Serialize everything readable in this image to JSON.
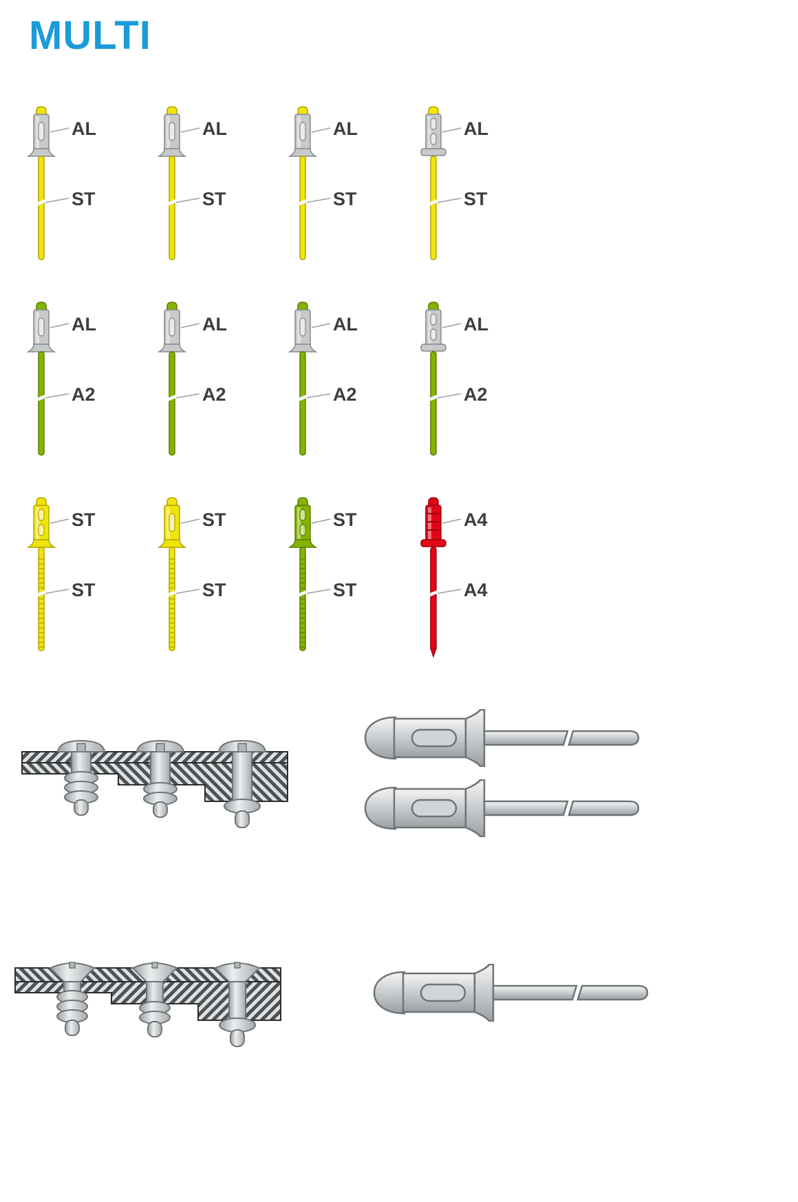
{
  "title": "MULTI",
  "colors": {
    "title": "#1b9bd7",
    "label": "#3b3e41",
    "leader": "#9aa0a3",
    "outline": "#6f7477",
    "metal": "#cdd0d2",
    "hatch_dark": "#4e5254",
    "hatch_light": "#dfe1e2"
  },
  "palette": {
    "grey": {
      "fill": "#c7c9cb",
      "dark": "#85898c",
      "light": "#e9eaeb"
    },
    "yellow": {
      "fill": "#f0e40c",
      "dark": "#b0a400",
      "light": "#f9f3a6"
    },
    "green": {
      "fill": "#84b400",
      "dark": "#5a7d00",
      "light": "#cfe38e"
    },
    "red": {
      "fill": "#e30617",
      "dark": "#9c020e",
      "light": "#f49aa1"
    }
  },
  "rivet_grid": {
    "rows": [
      {
        "rivets": [
          {
            "body_label": "AL",
            "stem_label": "ST",
            "body": "grey",
            "stem": "yellow",
            "body_style": "slot1",
            "flange": "trumpet",
            "stem_style": "smooth",
            "tip": "round"
          },
          {
            "body_label": "AL",
            "stem_label": "ST",
            "body": "grey",
            "stem": "yellow",
            "body_style": "slot1",
            "flange": "trumpet",
            "stem_style": "smooth",
            "tip": "round"
          },
          {
            "body_label": "AL",
            "stem_label": "ST",
            "body": "grey",
            "stem": "yellow",
            "body_style": "slot1",
            "flange": "trumpet",
            "stem_style": "smooth",
            "tip": "round"
          },
          {
            "body_label": "AL",
            "stem_label": "ST",
            "body": "grey",
            "stem": "yellow",
            "body_style": "slot2",
            "flange": "flat",
            "stem_style": "smooth",
            "tip": "round"
          }
        ]
      },
      {
        "rivets": [
          {
            "body_label": "AL",
            "stem_label": "A2",
            "body": "grey",
            "stem": "green",
            "body_style": "slot1",
            "flange": "trumpet",
            "stem_style": "smooth",
            "tip": "round"
          },
          {
            "body_label": "AL",
            "stem_label": "A2",
            "body": "grey",
            "stem": "green",
            "body_style": "slot1",
            "flange": "trumpet",
            "stem_style": "smooth",
            "tip": "round"
          },
          {
            "body_label": "AL",
            "stem_label": "A2",
            "body": "grey",
            "stem": "green",
            "body_style": "slot1",
            "flange": "trumpet",
            "stem_style": "smooth",
            "tip": "round"
          },
          {
            "body_label": "AL",
            "stem_label": "A2",
            "body": "grey",
            "stem": "green",
            "body_style": "slot2",
            "flange": "flat",
            "stem_style": "smooth",
            "tip": "round"
          }
        ]
      },
      {
        "rivets": [
          {
            "body_label": "ST",
            "stem_label": "ST",
            "body": "yellow",
            "stem": "yellow",
            "body_style": "slot2",
            "flange": "trumpet",
            "stem_style": "threaded",
            "tip": "round"
          },
          {
            "body_label": "ST",
            "stem_label": "ST",
            "body": "yellow",
            "stem": "yellow",
            "body_style": "slot1",
            "flange": "trumpet",
            "stem_style": "threaded",
            "tip": "round"
          },
          {
            "body_label": "ST",
            "stem_label": "ST",
            "body": "green",
            "stem": "green",
            "body_style": "slot2",
            "flange": "trumpet",
            "stem_style": "threaded",
            "tip": "round"
          },
          {
            "body_label": "A4",
            "stem_label": "A4",
            "body": "red",
            "stem": "red",
            "body_style": "rings",
            "flange": "flat",
            "stem_style": "smooth",
            "tip": "point"
          }
        ]
      }
    ]
  }
}
